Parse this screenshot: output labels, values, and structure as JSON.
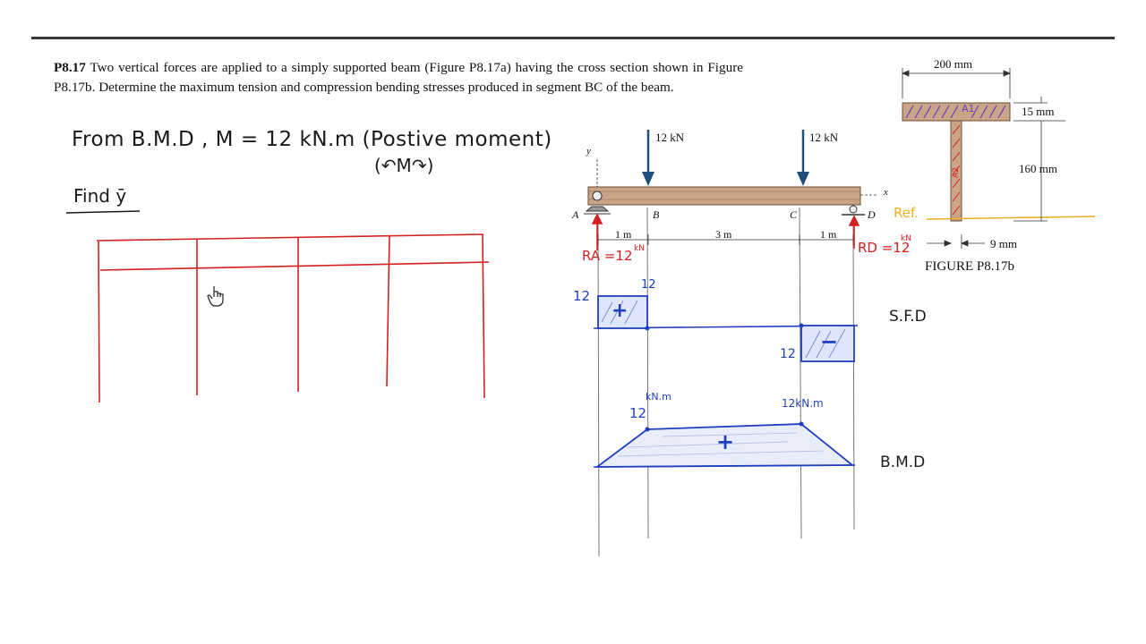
{
  "problem": {
    "id": "P8.17",
    "text": "Two vertical forces are applied to a simply supported beam (Figure P8.17a) having the cross section shown in Figure P8.17b. Determine the maximum tension and compression bending stresses produced in segment BC of the beam."
  },
  "notes": {
    "line1": "From B.M.D , M = 12 kN.m (Postive moment)",
    "moment_symbol": "(↶M↷)",
    "line2": "Find ȳ"
  },
  "beam": {
    "loads": [
      "12 kN",
      "12 kN"
    ],
    "points": [
      "A",
      "B",
      "C",
      "D"
    ],
    "axes": [
      "y",
      "x"
    ],
    "spans": [
      "1 m",
      "3 m",
      "1 m"
    ],
    "reaction_a": "RA =12",
    "reaction_a_unit": "kN",
    "reaction_d": "RD =12",
    "reaction_d_unit": "kN"
  },
  "sfd": {
    "title": "S.F.D",
    "left_value": "12",
    "left_value_top": "12",
    "right_value": "12",
    "left_sign": "+",
    "right_sign": "−"
  },
  "bmd": {
    "title": "B.M.D",
    "value_left": "12",
    "unit_left": "kN.m",
    "value_right": "12kN.m",
    "sign": "+"
  },
  "section": {
    "flange_width": "200 mm",
    "flange_thickness": "15 mm",
    "web_height": "160 mm",
    "web_thickness": "9 mm",
    "caption": "FIGURE P8.17b",
    "ref_label": "Ref.",
    "marks": [
      "A1",
      "A2"
    ]
  },
  "colors": {
    "beam": "#c9a487",
    "arrow": "#1f4f7a",
    "red": "#d42020",
    "blue": "#1f3fbf",
    "ref": "#e8b020"
  }
}
